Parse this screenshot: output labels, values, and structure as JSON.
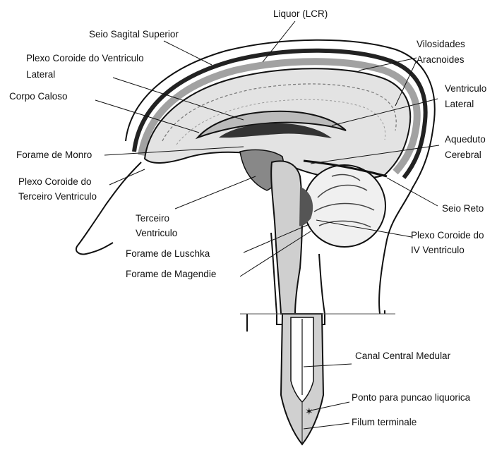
{
  "labels": {
    "liquor": "Liquor (LCR)",
    "seio_sagital": "Seio Sagital Superior",
    "vilosidades_1": "Vilosidades",
    "vilosidades_2": "Aracnoides",
    "plexo_lateral_1": "Plexo Coroide do Ventriculo",
    "plexo_lateral_2": "Lateral",
    "corpo_caloso": "Corpo Caloso",
    "ventriculo_lateral_1": "Ventriculo",
    "ventriculo_lateral_2": "Lateral",
    "aqueduto_1": "Aqueduto",
    "aqueduto_2": "Cerebral",
    "forame_monro": "Forame de Monro",
    "plexo_terceiro_1": "Plexo Coroide do",
    "plexo_terceiro_2": "Terceiro Ventriculo",
    "seio_reto": "Seio Reto",
    "terceiro_ventriculo_1": "Terceiro",
    "terceiro_ventriculo_2": "Ventriculo",
    "plexo_iv_1": "Plexo Coroide do",
    "plexo_iv_2": "IV Ventriculo",
    "forame_luschka": "Forame de Luschka",
    "forame_magendie": "Forame de Magendie",
    "canal_central": "Canal Central Medular",
    "ponto_puncao": "Ponto para puncao liquorica",
    "filum": "Filum terminale"
  }
}
